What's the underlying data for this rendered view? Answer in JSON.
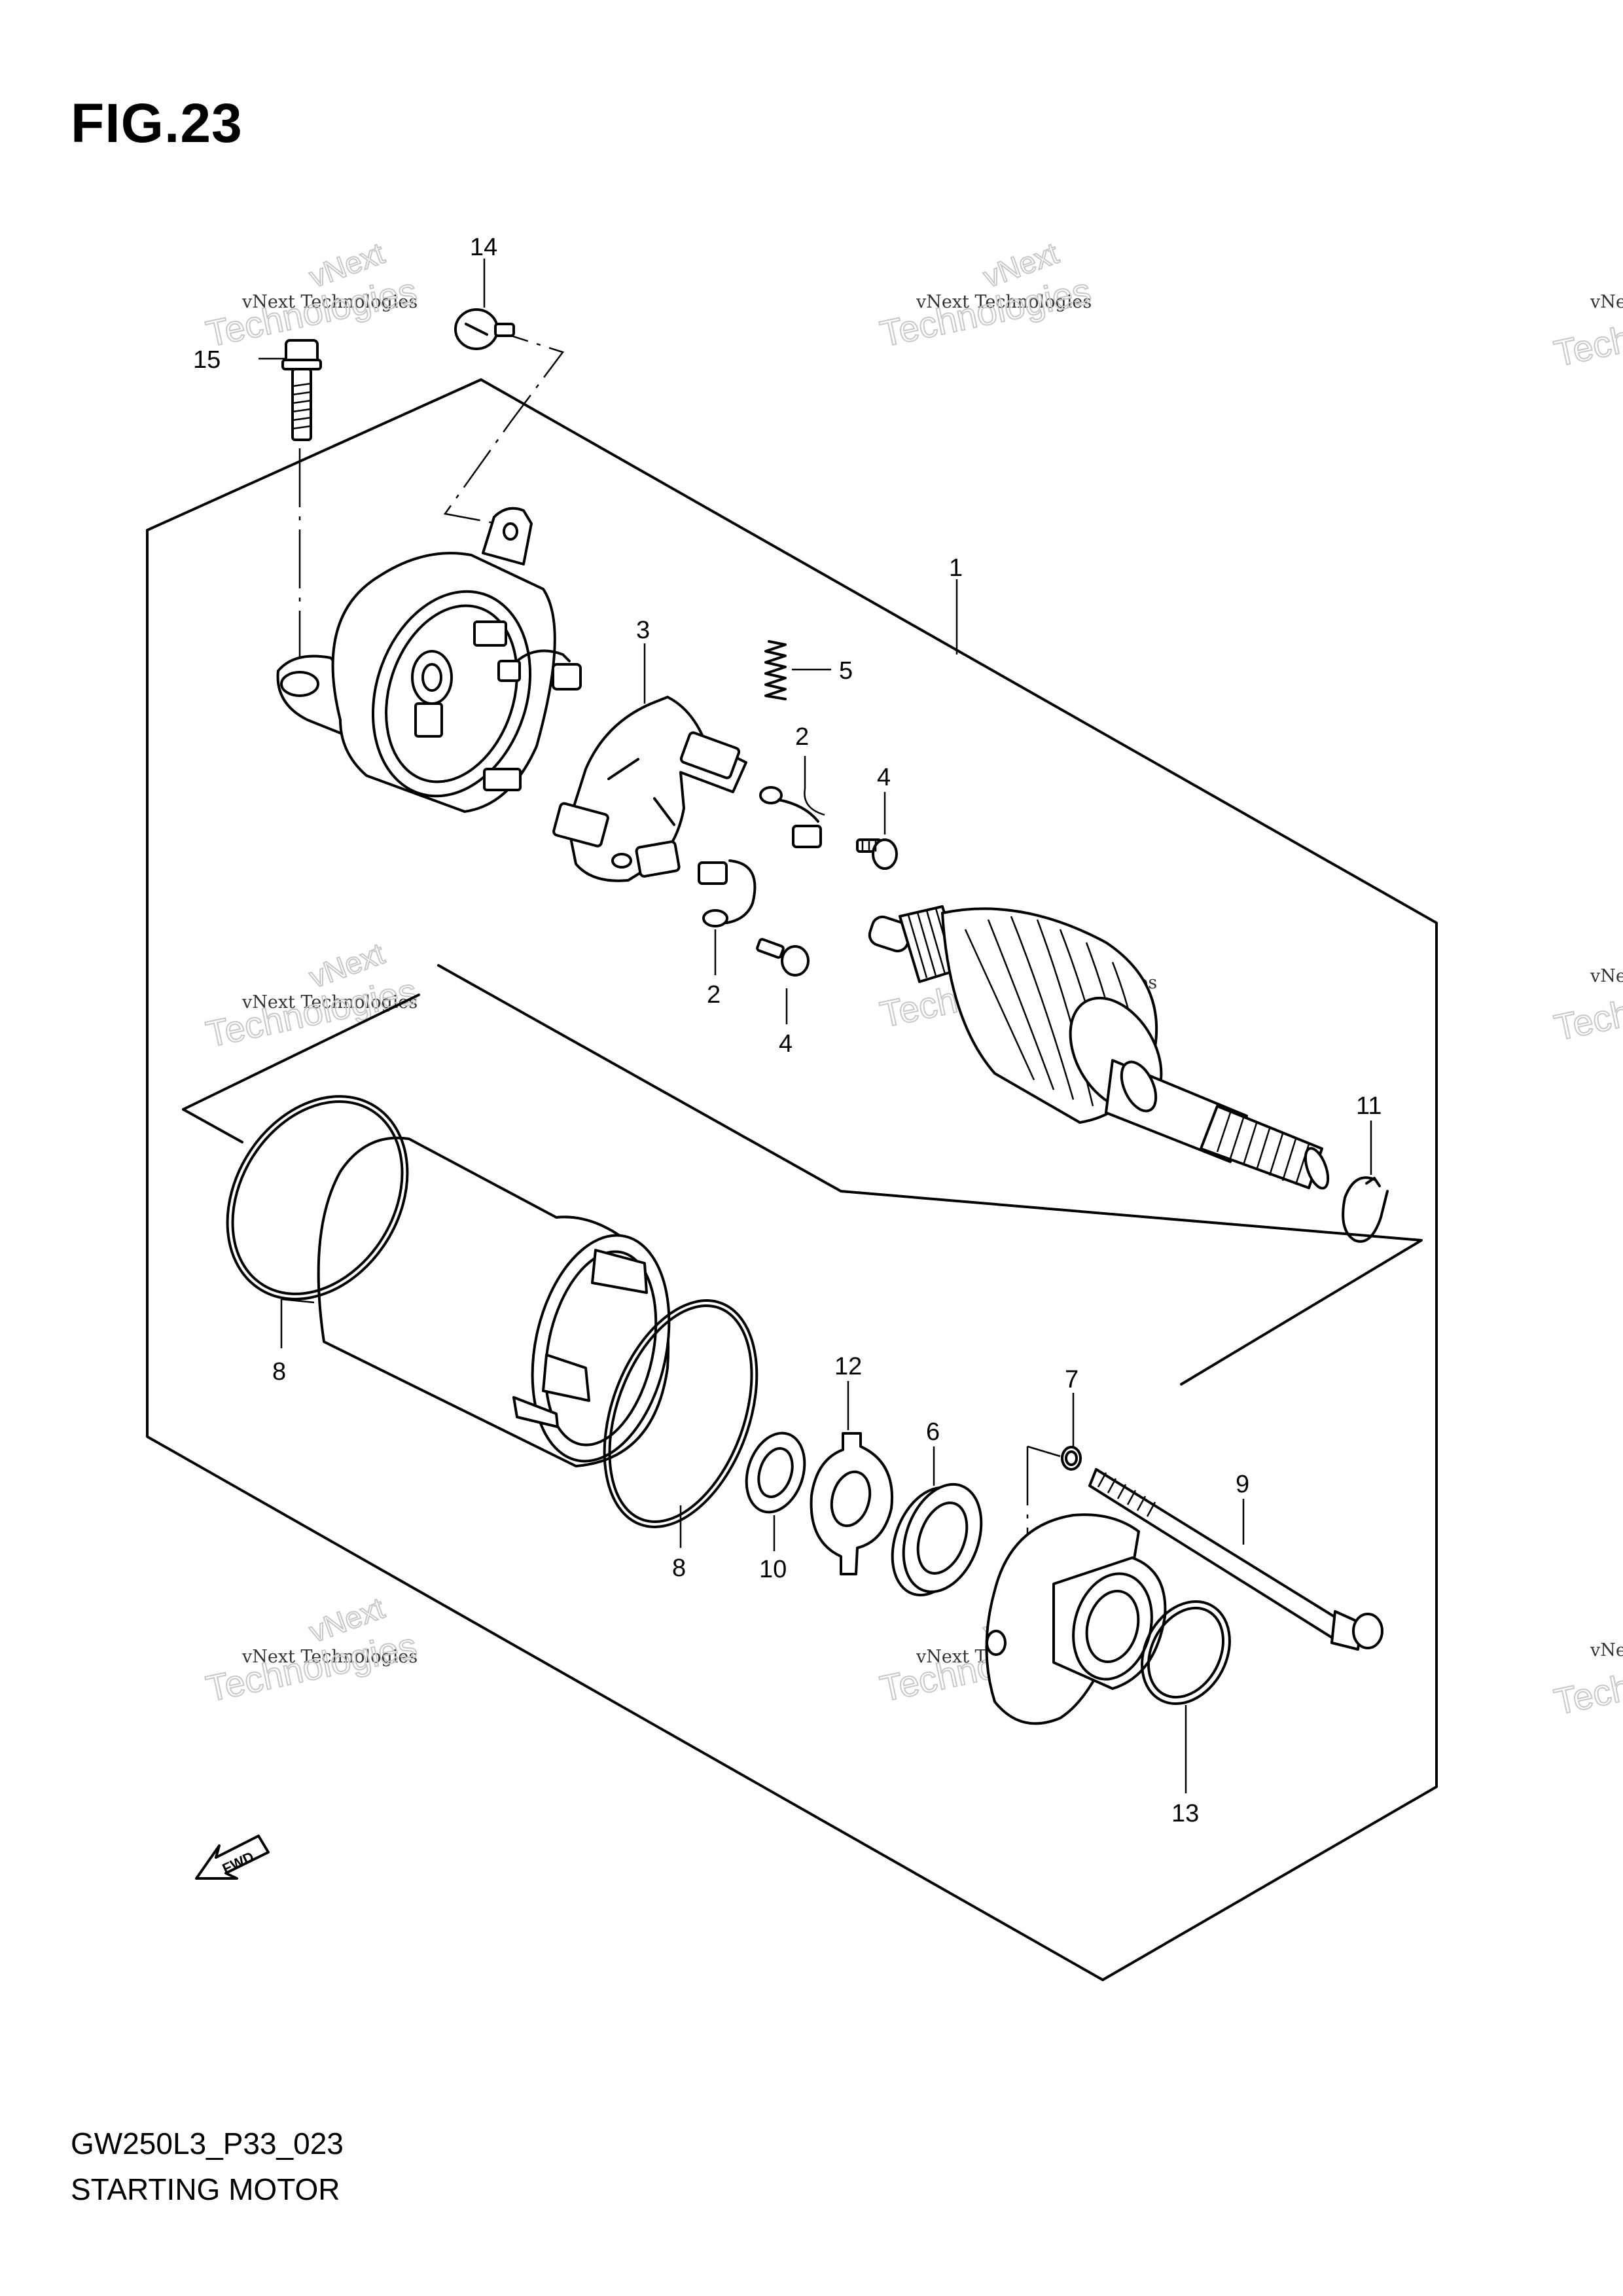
{
  "figure_title": "FIG.23",
  "diagram_code": "GW250L3_P33_023",
  "diagram_name": "STARTING MOTOR",
  "watermark": {
    "line1": "vNext Technologies",
    "arc": "vNext",
    "line2": "Technologies"
  },
  "direction_arrow_label": "FWD",
  "callouts": {
    "p1": "1",
    "p2a": "2",
    "p2b": "2",
    "p3": "3",
    "p4a": "4",
    "p4b": "4",
    "p5": "5",
    "p6": "6",
    "p7": "7",
    "p8a": "8",
    "p8b": "8",
    "p9": "9",
    "p10": "10",
    "p11": "11",
    "p12": "12",
    "p13": "13",
    "p14": "14",
    "p15": "15"
  }
}
